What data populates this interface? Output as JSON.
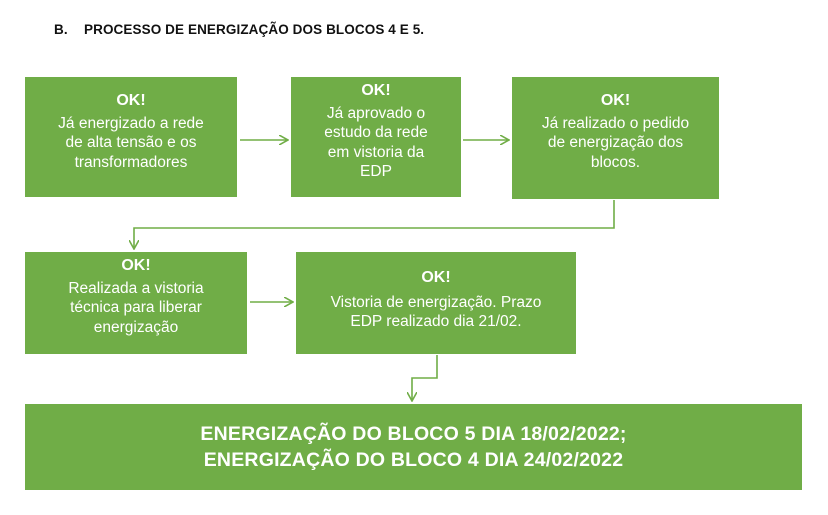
{
  "heading": {
    "letter": "B.",
    "title": "PROCESSO DE ENERGIZAÇÃO DOS BLOCOS 4 E 5."
  },
  "steps": [
    {
      "status": "OK!",
      "lines": [
        "Já energizado a rede",
        "de alta tensão e os",
        "transformadores"
      ]
    },
    {
      "status": "OK!",
      "lines": [
        "Já aprovado o",
        "estudo da rede",
        "em vistoria da",
        "EDP"
      ]
    },
    {
      "status": "OK!",
      "lines": [
        "Já realizado o pedido",
        "de energização dos",
        "blocos."
      ]
    },
    {
      "status": "OK!",
      "lines": [
        "Realizada a vistoria",
        "técnica para liberar",
        "energização"
      ]
    },
    {
      "status": "OK!",
      "lines": [
        "Vistoria de energização. Prazo",
        "EDP realizado dia 21/02."
      ]
    }
  ],
  "final": {
    "line1": "ENERGIZAÇÃO DO BLOCO 5 DIA 18/02/2022;",
    "line2": "ENERGIZAÇÃO DO BLOCO 4 DIA 24/02/2022"
  },
  "colors": {
    "box_fill": "#70ad47",
    "connector": "#70ad47",
    "text_on_box": "#ffffff"
  }
}
